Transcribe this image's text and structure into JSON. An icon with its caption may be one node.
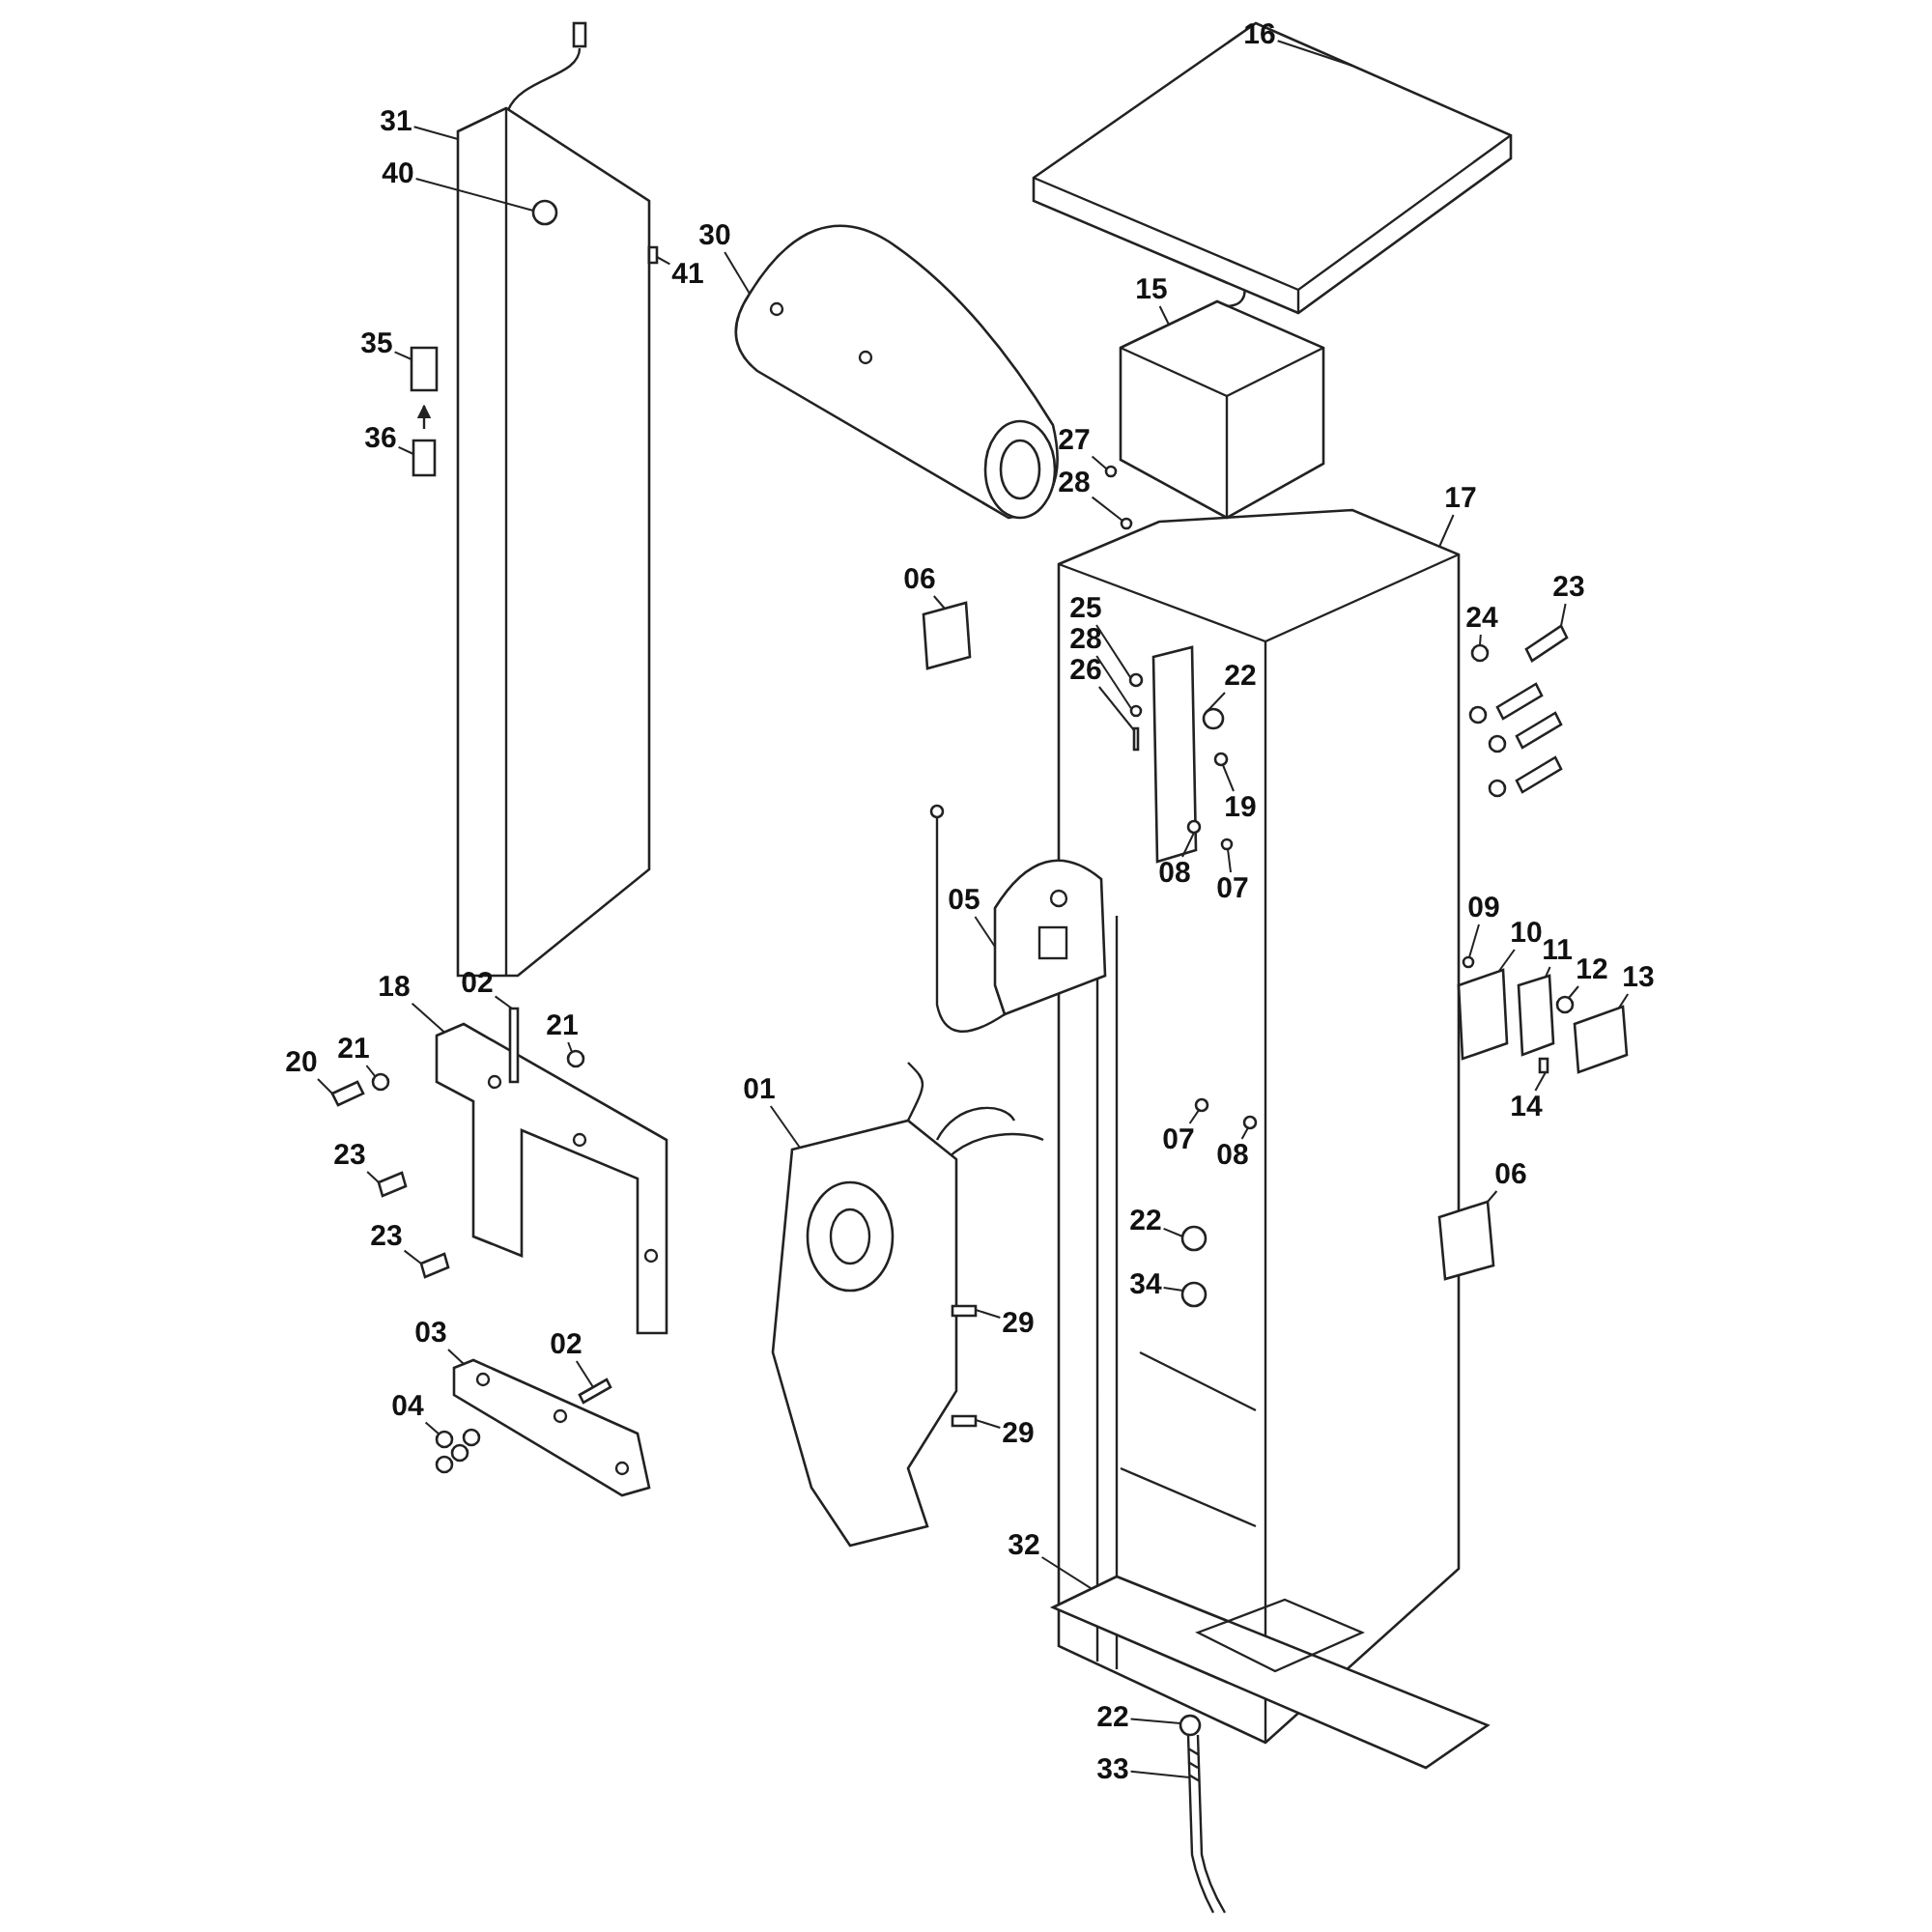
{
  "diagram": {
    "nodes": [
      {
        "text": [
          "16"
        ]
      },
      {
        "text": [
          "31"
        ]
      },
      {
        "text": [
          "40"
        ]
      },
      {
        "text": [
          "41"
        ]
      },
      {
        "text": [
          "30"
        ]
      },
      {
        "text": [
          "15"
        ]
      },
      {
        "text": [
          "35"
        ]
      },
      {
        "text": [
          "36"
        ]
      },
      {
        "text": [
          "27"
        ]
      },
      {
        "text": [
          "28"
        ]
      },
      {
        "text": [
          "17"
        ]
      },
      {
        "text": [
          "23"
        ]
      },
      {
        "text": [
          "24"
        ]
      },
      {
        "text": [
          "06"
        ]
      },
      {
        "text": [
          "25"
        ]
      },
      {
        "text": [
          "28"
        ]
      },
      {
        "text": [
          "26"
        ]
      },
      {
        "text": [
          "22"
        ]
      },
      {
        "text": [
          "19"
        ]
      },
      {
        "text": [
          "08"
        ]
      },
      {
        "text": [
          "07"
        ]
      },
      {
        "text": [
          "05"
        ]
      },
      {
        "text": [
          "09"
        ]
      },
      {
        "text": [
          "10"
        ]
      },
      {
        "text": [
          "11"
        ]
      },
      {
        "text": [
          "12"
        ]
      },
      {
        "text": [
          "13"
        ]
      },
      {
        "text": [
          "14"
        ]
      },
      {
        "text": [
          "18"
        ]
      },
      {
        "text": [
          "02"
        ]
      },
      {
        "text": [
          "21"
        ]
      },
      {
        "text": [
          "21"
        ]
      },
      {
        "text": [
          "20"
        ]
      },
      {
        "text": [
          "01"
        ]
      },
      {
        "text": [
          "07"
        ]
      },
      {
        "text": [
          "08"
        ]
      },
      {
        "text": [
          "23"
        ]
      },
      {
        "text": [
          "06"
        ]
      },
      {
        "text": [
          "23"
        ]
      },
      {
        "text": [
          "22"
        ]
      },
      {
        "text": [
          "34"
        ]
      },
      {
        "text": [
          "02"
        ]
      },
      {
        "text": [
          "03"
        ]
      },
      {
        "text": [
          "29"
        ]
      },
      {
        "text": [
          "04"
        ]
      },
      {
        "text": [
          "29"
        ]
      },
      {
        "text": [
          "32"
        ]
      },
      {
        "text": [
          "22"
        ]
      },
      {
        "text": [
          "33"
        ]
      },
      {
        "text": [],
        "shape": "picture"
      },
      {
        "text": [],
        "shape": "circle",
        "in": 49
      },
      {
        "text": [],
        "shape": "box"
      },
      {
        "text": [],
        "shape": "picture"
      },
      {
        "text": [],
        "shape": "picture"
      },
      {
        "text": [],
        "shape": "box"
      },
      {
        "text": [],
        "shape": "box"
      },
      {
        "text": [],
        "shape": "circle"
      },
      {
        "text": [],
        "shape": "circle"
      },
      {
        "text": [],
        "shape": "box"
      },
      {
        "text": [],
        "shape": "circle"
      },
      {
        "text": [],
        "shape": "box"
      },
      {
        "text": [],
        "shape": "circle"
      },
      {
        "text": [],
        "shape": "circle"
      },
      {
        "text": [],
        "shape": "box"
      },
      {
        "text": [],
        "shape": "circle"
      },
      {
        "text": [],
        "shape": "circle"
      },
      {
        "text": [],
        "shape": "circle"
      },
      {
        "text": [],
        "shape": "circle"
      },
      {
        "text": [],
        "shape": "picture"
      },
      {
        "text": [],
        "shape": "circle"
      },
      {
        "text": [],
        "shape": "box"
      },
      {
        "text": [],
        "shape": "box"
      },
      {
        "text": [],
        "shape": "circle"
      },
      {
        "text": [],
        "shape": "box"
      },
      {
        "text": [],
        "shape": "box"
      },
      {
        "text": [],
        "shape": "picture"
      },
      {
        "text": [],
        "shape": "box"
      },
      {
        "text": [],
        "shape": "circle"
      },
      {
        "text": [],
        "shape": "circle"
      },
      {
        "text": [],
        "shape": "box"
      },
      {
        "text": [],
        "shape": "picture"
      },
      {
        "text": [],
        "shape": "circle"
      },
      {
        "text": [],
        "shape": "circle"
      },
      {
        "text": [],
        "shape": "box"
      },
      {
        "text": [],
        "shape": "box"
      },
      {
        "text": [],
        "shape": "box"
      },
      {
        "text": [],
        "shape": "circle"
      },
      {
        "text": [],
        "shape": "circle"
      },
      {
        "text": [],
        "shape": "box"
      },
      {
        "text": [],
        "shape": "picture"
      },
      {
        "text": [],
        "shape": "box"
      },
      {
        "text": [],
        "shape": "picture"
      },
      {
        "text": [],
        "shape": "box"
      },
      {
        "text": [],
        "shape": "picture"
      },
      {
        "text": [],
        "shape": "circle"
      },
      {
        "text": [],
        "shape": "picture"
      }
    ],
    "edges": [
      {
        "from": 0,
        "to": null,
        "arrow": "none"
      },
      {
        "from": 1,
        "to": 49,
        "arrow": "none"
      },
      {
        "from": 2,
        "to": 50,
        "arrow": "none"
      },
      {
        "from": 3,
        "to": 51,
        "arrow": "none"
      },
      {
        "from": 4,
        "to": 52,
        "arrow": "none"
      },
      {
        "from": 5,
        "to": 53,
        "arrow": "none"
      },
      {
        "from": 6,
        "to": 54,
        "arrow": "none"
      },
      {
        "from": 7,
        "to": 55,
        "arrow": "none"
      },
      {
        "from": 8,
        "to": 56,
        "arrow": "none"
      },
      {
        "from": 9,
        "to": 57,
        "arrow": "none"
      },
      {
        "from": 10,
        "to": null,
        "arrow": "none"
      },
      {
        "from": 11,
        "to": 58,
        "arrow": "none"
      },
      {
        "from": 12,
        "to": 59,
        "arrow": "none"
      },
      {
        "from": 13,
        "to": 60,
        "arrow": "none"
      },
      {
        "from": 14,
        "to": 61,
        "arrow": "none"
      },
      {
        "from": 15,
        "to": 62,
        "arrow": "none"
      },
      {
        "from": 16,
        "to": 63,
        "arrow": "none"
      },
      {
        "from": 17,
        "to": 64,
        "arrow": "none"
      },
      {
        "from": 18,
        "to": 65,
        "arrow": "none"
      },
      {
        "from": 19,
        "to": 66,
        "arrow": "none"
      },
      {
        "from": 20,
        "to": 67,
        "arrow": "none"
      },
      {
        "from": 21,
        "to": 68,
        "arrow": "none"
      },
      {
        "from": 22,
        "to": 69,
        "arrow": "none"
      },
      {
        "from": 23,
        "to": 70,
        "arrow": "none"
      },
      {
        "from": 24,
        "to": 71,
        "arrow": "none"
      },
      {
        "from": 25,
        "to": 72,
        "arrow": "none"
      },
      {
        "from": 26,
        "to": 73,
        "arrow": "none"
      },
      {
        "from": 27,
        "to": 74,
        "arrow": "none"
      },
      {
        "from": 28,
        "to": 75,
        "arrow": "none"
      },
      {
        "from": 29,
        "to": 76,
        "arrow": "none"
      },
      {
        "from": 30,
        "to": 77,
        "arrow": "none"
      },
      {
        "from": 31,
        "to": 78,
        "arrow": "none"
      },
      {
        "from": 32,
        "to": 79,
        "arrow": "none"
      },
      {
        "from": 33,
        "to": 80,
        "arrow": "none"
      },
      {
        "from": 34,
        "to": 81,
        "arrow": "none"
      },
      {
        "from": 35,
        "to": 82,
        "arrow": "none"
      },
      {
        "from": 36,
        "to": 83,
        "arrow": "none"
      },
      {
        "from": 37,
        "to": 84,
        "arrow": "none"
      },
      {
        "from": 38,
        "to": 85,
        "arrow": "none"
      },
      {
        "from": 39,
        "to": 86,
        "arrow": "none"
      },
      {
        "from": 40,
        "to": 87,
        "arrow": "none"
      },
      {
        "from": 41,
        "to": 88,
        "arrow": "none"
      },
      {
        "from": 42,
        "to": 89,
        "arrow": "none"
      },
      {
        "from": 43,
        "to": 90,
        "arrow": "none"
      },
      {
        "from": 44,
        "to": 91,
        "arrow": "none"
      },
      {
        "from": 45,
        "to": 92,
        "arrow": "none"
      },
      {
        "from": 46,
        "to": 93,
        "arrow": "none"
      },
      {
        "from": 47,
        "to": 94,
        "arrow": "none"
      },
      {
        "from": 48,
        "to": 95,
        "arrow": "none"
      }
    ]
  }
}
